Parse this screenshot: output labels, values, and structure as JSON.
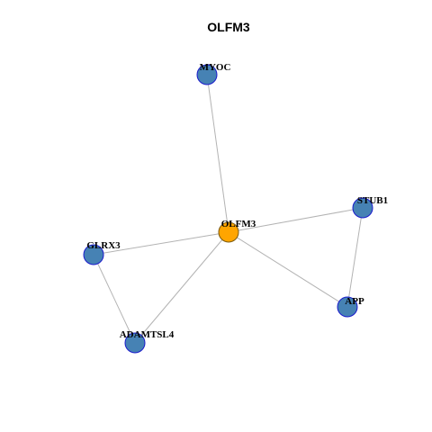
{
  "title": "OLFM3",
  "colors": {
    "hub_fill": "#FFA500",
    "hub_stroke": "#7a5a10",
    "node_fill": "#4682B4",
    "node_stroke": "#1a1acc",
    "edge": "#b3b3b3"
  },
  "nodes": [
    {
      "id": "OLFM3",
      "label": "OLFM3",
      "hub": true
    },
    {
      "id": "MYOC",
      "label": "MYOC",
      "hub": false
    },
    {
      "id": "STUB1",
      "label": "STUB1",
      "hub": false
    },
    {
      "id": "GLRX3",
      "label": "GLRX3",
      "hub": false
    },
    {
      "id": "APP",
      "label": "APP",
      "hub": false
    },
    {
      "id": "ADAMTSL4",
      "label": "ADAMTSL4",
      "hub": false
    }
  ],
  "edges": [
    [
      "OLFM3",
      "MYOC"
    ],
    [
      "OLFM3",
      "STUB1"
    ],
    [
      "OLFM3",
      "GLRX3"
    ],
    [
      "OLFM3",
      "APP"
    ],
    [
      "OLFM3",
      "ADAMTSL4"
    ],
    [
      "STUB1",
      "APP"
    ],
    [
      "GLRX3",
      "ADAMTSL4"
    ]
  ]
}
